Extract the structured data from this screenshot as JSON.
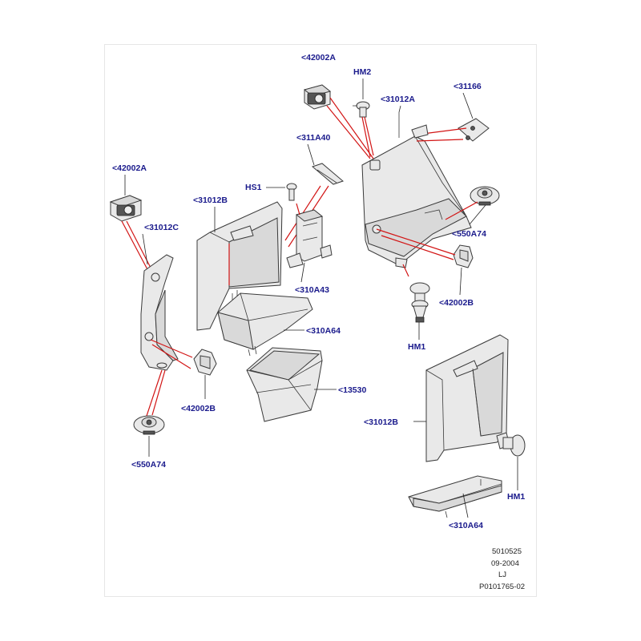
{
  "labels": {
    "l42002a_top": "<42002A",
    "hm2": "HM2",
    "l31012a": "<31012A",
    "l31166": "<31166",
    "l311a40": "<311A40",
    "hs1": "HS1",
    "l42002a_left": "<42002A",
    "l31012b_mid": "<31012B",
    "l31012c": "<31012C",
    "l550a74_right": "<550A74",
    "l310a43": "<310A43",
    "l42002b_right": "<42002B",
    "l310a64_mid": "<310A64",
    "hm1_mid": "HM1",
    "l42002b_left": "<42002B",
    "l13530": "<13530",
    "l31012b_right": "<31012B",
    "l550a74_left": "<550A74",
    "hm1_right": "HM1",
    "l310a64_right": "<310A64"
  },
  "footer": {
    "code": "5010525",
    "date": "09-2004",
    "initials": "LJ",
    "ref": "P0101765-02"
  },
  "colors": {
    "label_text": "#1a1a8c",
    "leader_red": "#d21414"
  }
}
